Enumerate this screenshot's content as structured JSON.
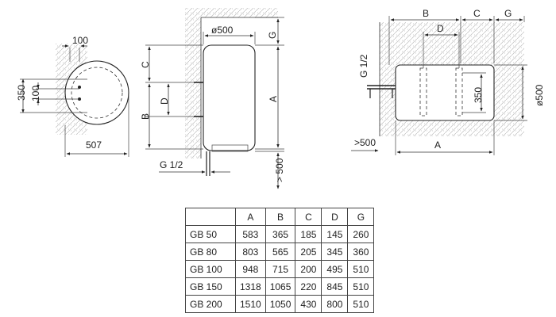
{
  "front_view": {
    "dim_top": "100",
    "dim_left_outer": "350",
    "dim_left_inner": "100",
    "dim_bottom": "507"
  },
  "side_view": {
    "dim_diameter": "ø500",
    "dim_g": "G",
    "dim_c": "C",
    "dim_d": "D",
    "dim_b": "B",
    "dim_a": "A",
    "dim_gthread": "G 1/2",
    "dim_clearance": "> 500"
  },
  "horizontal_view": {
    "dim_b": "B",
    "dim_c": "C",
    "dim_g": "G",
    "dim_d": "D",
    "dim_gthread": "G 1/2",
    "dim_350": "350",
    "dim_diameter": "ø500",
    "dim_clearance": ">500",
    "dim_a": "A"
  },
  "table": {
    "headers": [
      "",
      "A",
      "B",
      "C",
      "D",
      "G"
    ],
    "rows": [
      [
        "GB 50",
        "583",
        "365",
        "185",
        "145",
        "260"
      ],
      [
        "GB 80",
        "803",
        "565",
        "205",
        "345",
        "360"
      ],
      [
        "GB 100",
        "948",
        "715",
        "200",
        "495",
        "510"
      ],
      [
        "GB 150",
        "1318",
        "1065",
        "220",
        "845",
        "510"
      ],
      [
        "GB 200",
        "1510",
        "1050",
        "430",
        "800",
        "510"
      ]
    ]
  }
}
